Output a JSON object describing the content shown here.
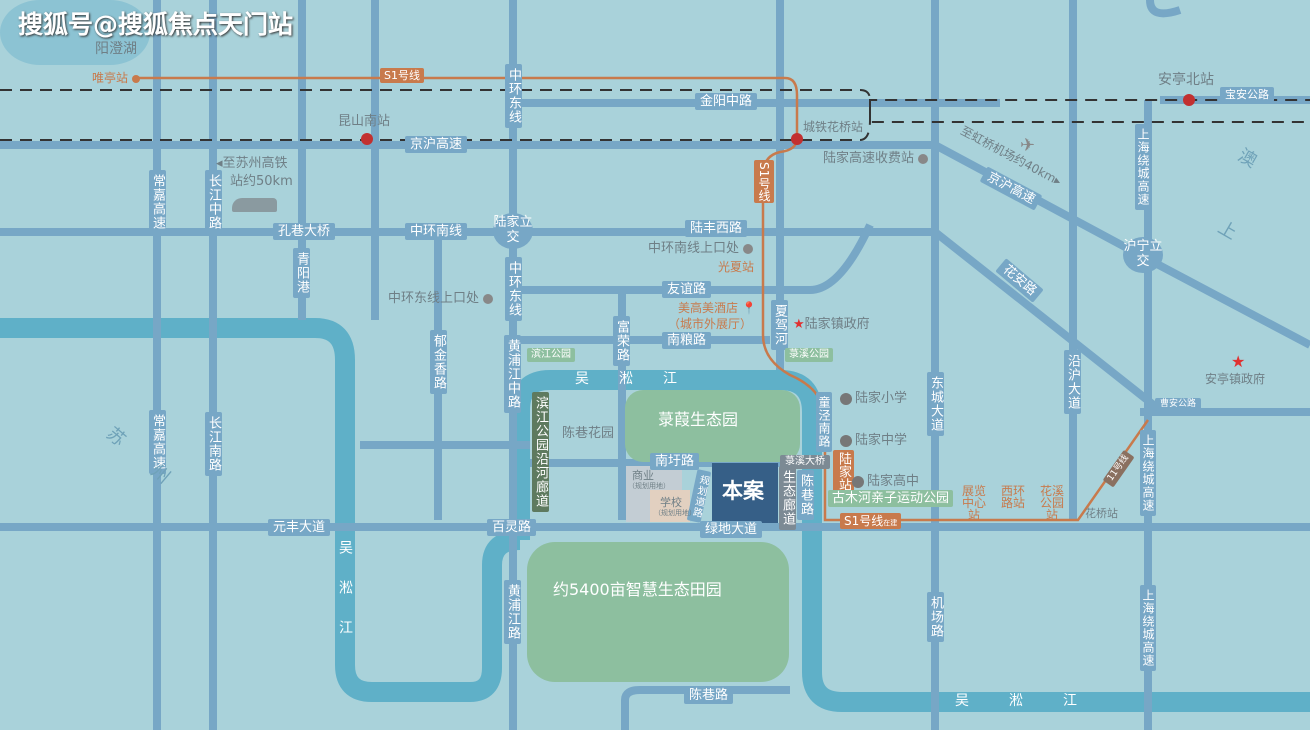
{
  "watermark": "搜狐号@搜狐焦点天门站",
  "colors": {
    "background": "#a9d2da",
    "road": "#77a7c6",
    "river": "#5fb0c8",
    "park": "#8dbf9f",
    "metro": "#c87a4c",
    "project": "#365f87"
  },
  "water": {
    "lake": "阳澄湖",
    "river_top": [
      "吴",
      "淞",
      "江"
    ],
    "river_left": [
      "吴",
      "淞",
      "江"
    ],
    "river_bottom": [
      "吴",
      "淞",
      "江"
    ],
    "suzhou_river": [
      "苏",
      "州"
    ],
    "right_river": [
      "澳",
      "上"
    ]
  },
  "metro": {
    "s1": "S1号线",
    "s1_sub": "在建",
    "s1_vertical": "S1号线",
    "line11": "11号线",
    "stations": {
      "weiting": "唯亭站",
      "guangxia": "光夏站",
      "lujia": "陆家站",
      "zhanlan": "展览中心站",
      "xihuan": "西环路站",
      "huaxi": "花溪公园站",
      "huaqiao": "花桥站"
    }
  },
  "rail": {
    "kunshan_south": "昆山南站",
    "chengtie_huaqiao": "城铁花桥站",
    "anting_north": "安亭北站"
  },
  "roads": {
    "h": [
      "金阳中路",
      "京沪高速",
      "孔巷大桥",
      "中环南线",
      "陆丰西路",
      "友谊路",
      "南粮路",
      "南圩路",
      "元丰大道",
      "百灵路",
      "绿地大道",
      "陈巷路",
      "宝安公路",
      "曹安公路",
      "京沪高速",
      "花安路"
    ],
    "v": [
      "中环东线",
      "常嘉高速",
      "长江中路",
      "青阳港",
      "中环东线",
      "郁金香路",
      "黄浦江中路",
      "富荣路",
      "常嘉高速",
      "长江南路",
      "黄浦江路",
      "机场路",
      "夏驾河",
      "童泾南路",
      "东城大道",
      "沿沪大道",
      "上海绕城高速",
      "上海绕城高速",
      "上海绕城高速",
      "生态廊道",
      "陈巷路",
      "规划道路"
    ],
    "corridor": "滨江公园沿河廊道",
    "bridge": "菉溪大桥"
  },
  "interchanges": {
    "lujia": "陆家立交",
    "huning": "沪宁立交"
  },
  "poi": {
    "to_suzhou": "至苏州高铁",
    "to_suzhou2": "站约50km",
    "to_hongqiao": "至虹桥机场约40km",
    "zhonghuan_south_ramp": "中环南线上口处",
    "zhonghuan_east_ramp": "中环东线上口处",
    "toll": "陆家高速收费站",
    "hotel": "美高美酒店",
    "hotel_sub": "（城市外展厅）",
    "lujia_gov": "陆家镇政府",
    "anting_gov": "安亭镇政府",
    "school1": "陆家小学",
    "school2": "陆家中学",
    "school3": "陆家高中",
    "chenxiang_garden": "陈巷花园",
    "binjiang_park": "滨江公园",
    "luxi_park": "菉溪公园",
    "eco_park": "菉葭生态园",
    "gumu_park": "古木河亲子运动公园",
    "commerce": "商业",
    "commerce_sub": "（规划用地）",
    "school": "学校",
    "school_sub": "（规划用地）",
    "project": "本案",
    "farmland": "约5400亩智慧生态田园"
  }
}
